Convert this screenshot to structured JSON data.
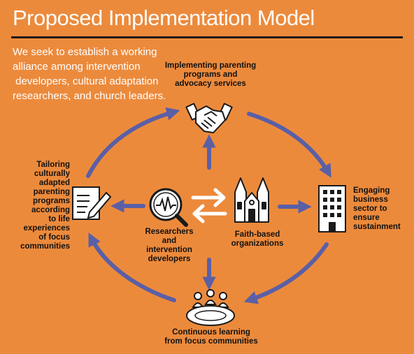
{
  "title": "Proposed Implementation Model",
  "intro": [
    "We seek to establish a working",
    "alliance among intervention",
    " developers, cultural adaptation",
    "researchers, and church leaders."
  ],
  "nodes": {
    "top": [
      "Implementing parenting",
      "programs and",
      "advocacy services"
    ],
    "left": [
      "Tailoring",
      "culturally",
      "adapted",
      "parenting",
      "programs",
      "according",
      "to life",
      "experiences",
      "of focus",
      "communities"
    ],
    "right": [
      "Engaging",
      "business",
      "sector to",
      "ensure",
      "sustainment"
    ],
    "bottom": [
      "Continuous learning",
      "from focus communities"
    ],
    "center_left": [
      "Researchers",
      "and",
      "intervention",
      "developers"
    ],
    "center_right": [
      "Faith-based",
      "organizations"
    ]
  },
  "icons": {
    "top": "handshake-icon",
    "left": "document-pen-icon",
    "right": "office-building-icon",
    "bottom": "round-table-meeting-icon",
    "center_left": "magnifier-chart-icon",
    "center_right": "church-icon",
    "center": "exchange-arrows-icon"
  },
  "colors": {
    "background": "#ec8a3c",
    "arrow": "#5a5fa6",
    "title": "#ffffff",
    "rule": "#1a1a1a"
  }
}
